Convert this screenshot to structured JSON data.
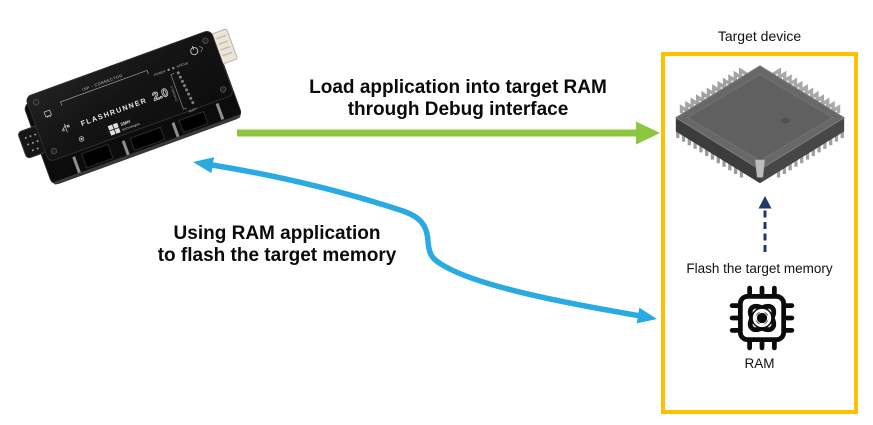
{
  "colors": {
    "green_arrow": "#8CC63F",
    "blue_arrow": "#29ABE2",
    "box_border": "#FFC000",
    "navy_arrow": "#1F3864"
  },
  "labels": {
    "load_ram_line1": "Load application into target RAM",
    "load_ram_line2": "through Debug interface",
    "using_ram_line1": "Using RAM application",
    "using_ram_line2": "to flash the target memory",
    "target_device": "Target device",
    "flash_target_memory": "Flash the target memory",
    "ram": "RAM"
  },
  "programmer": {
    "isp_connector": "ISP - CONNECTOR",
    "logo_main": "FLASHRUNNER",
    "logo_version": "2.0",
    "brand": "SMH",
    "brand_sub": "technologies",
    "led_power": "POWER",
    "led_status": "STATUS",
    "led_channels": "CHANNELS",
    "led_busy": "BUSY"
  }
}
